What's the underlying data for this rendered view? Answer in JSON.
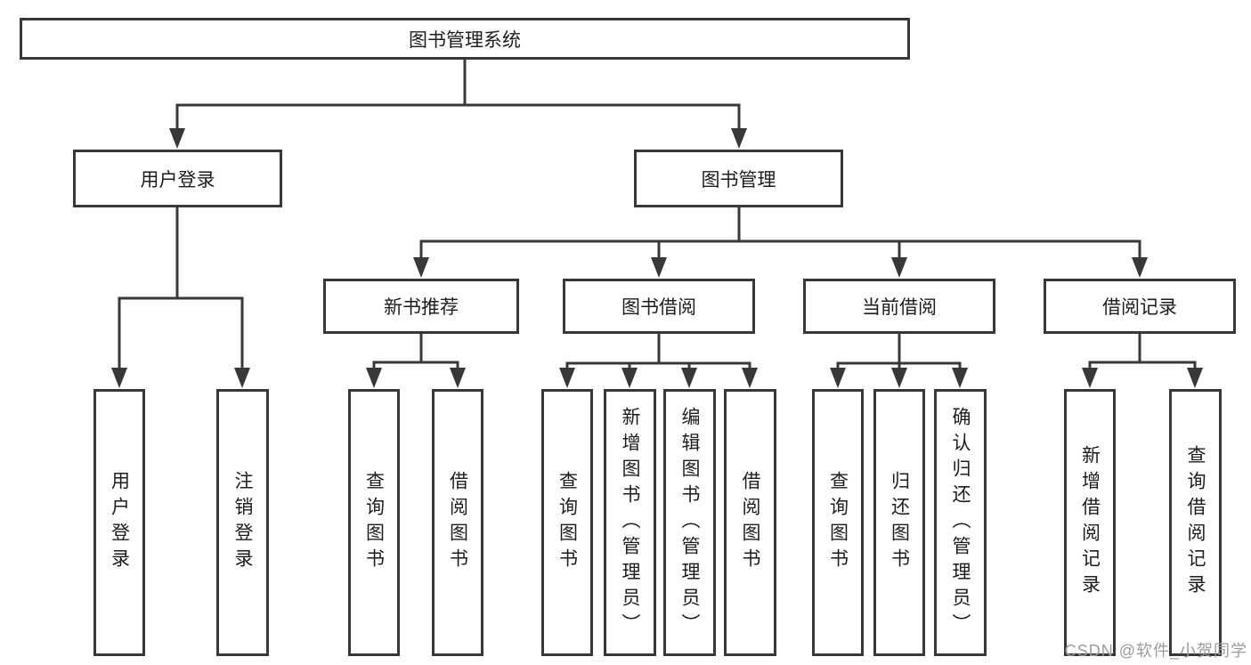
{
  "tree": {
    "root": "图书管理系统",
    "level2": {
      "login": "用户登录",
      "management": "图书管理"
    },
    "level3": {
      "new_books": "新书推荐",
      "borrowing": "图书借阅",
      "current": "当前借阅",
      "records": "借阅记录"
    },
    "leaves": {
      "login": [
        "用户登录",
        "注销登录"
      ],
      "new_books": [
        "查询图书",
        "借阅图书"
      ],
      "borrowing": [
        "查询图书",
        "新增图书（管理员）",
        "编辑图书（管理员）",
        "借阅图书"
      ],
      "current": [
        "查询图书",
        "归还图书",
        "确认归还（管理员）"
      ],
      "records": [
        "新增借阅记录",
        "查询借阅记录"
      ]
    }
  },
  "colors": {
    "line": "#383838",
    "watermark": "#9c9c9c"
  },
  "watermark": "CSDN @软件_小贺同学"
}
